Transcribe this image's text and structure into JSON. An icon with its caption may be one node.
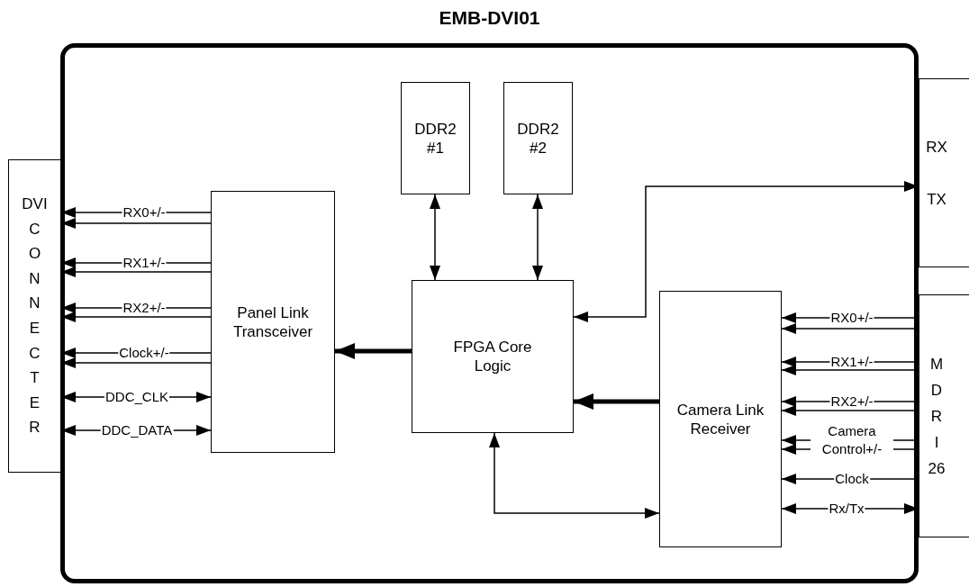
{
  "diagram": {
    "nodes": [
      {
        "text": [
          "EMB-DVI01"
        ]
      },
      {
        "text": [
          "DVI CONNECTER"
        ]
      },
      {
        "text": [
          "DDR2 #1"
        ],
        "in": 0
      },
      {
        "text": [
          "DDR2 #2"
        ],
        "in": 0
      },
      {
        "text": [
          "Panel Link Transceiver"
        ],
        "in": 0
      },
      {
        "text": [
          "FPGA Core Logic"
        ],
        "in": 0
      },
      {
        "text": [
          "Camera Link Receiver"
        ],
        "in": 0
      },
      {
        "text": [
          "RX",
          "TX"
        ]
      },
      {
        "text": [
          "MDRI 26"
        ]
      }
    ],
    "edges": [
      {
        "from": 2,
        "to": 5,
        "arrow": "both"
      },
      {
        "from": 3,
        "to": 5,
        "arrow": "both"
      },
      {
        "from": 4,
        "to": 1,
        "arrow": "to",
        "label": "RX0+/-"
      },
      {
        "from": 4,
        "to": 1,
        "arrow": "to"
      },
      {
        "from": 4,
        "to": 1,
        "arrow": "to",
        "label": "RX1+/-"
      },
      {
        "from": 4,
        "to": 1,
        "arrow": "to"
      },
      {
        "from": 4,
        "to": 1,
        "arrow": "to",
        "label": "RX2+/-"
      },
      {
        "from": 4,
        "to": 1,
        "arrow": "to"
      },
      {
        "from": 4,
        "to": 1,
        "arrow": "to",
        "label": "Clock+/-"
      },
      {
        "from": 4,
        "to": 1,
        "arrow": "to"
      },
      {
        "from": 4,
        "to": 1,
        "arrow": "both",
        "label": "DDC_CLK"
      },
      {
        "from": 4,
        "to": 1,
        "arrow": "both",
        "label": "DDC_DATA"
      },
      {
        "from": 5,
        "to": 4,
        "arrow": "to",
        "style": "thick"
      },
      {
        "from": 5,
        "to": 7,
        "arrow": "both"
      },
      {
        "from": 6,
        "to": 5,
        "arrow": "to",
        "style": "thick"
      },
      {
        "from": 5,
        "to": 6,
        "arrow": "both"
      },
      {
        "from": 8,
        "to": 6,
        "arrow": "to",
        "label": "RX0+/-"
      },
      {
        "from": 8,
        "to": 6,
        "arrow": "to"
      },
      {
        "from": 8,
        "to": 6,
        "arrow": "to",
        "label": "RX1+/-"
      },
      {
        "from": 8,
        "to": 6,
        "arrow": "to"
      },
      {
        "from": 8,
        "to": 6,
        "arrow": "to",
        "label": "RX2+/-"
      },
      {
        "from": 8,
        "to": 6,
        "arrow": "to"
      },
      {
        "from": 8,
        "to": 6,
        "arrow": "to",
        "label": "Camera Control+/-"
      },
      {
        "from": 8,
        "to": 6,
        "arrow": "to"
      },
      {
        "from": 8,
        "to": 6,
        "arrow": "to",
        "label": "Clock"
      },
      {
        "from": 8,
        "to": 6,
        "arrow": "both",
        "label": "Rx/Tx"
      }
    ]
  }
}
